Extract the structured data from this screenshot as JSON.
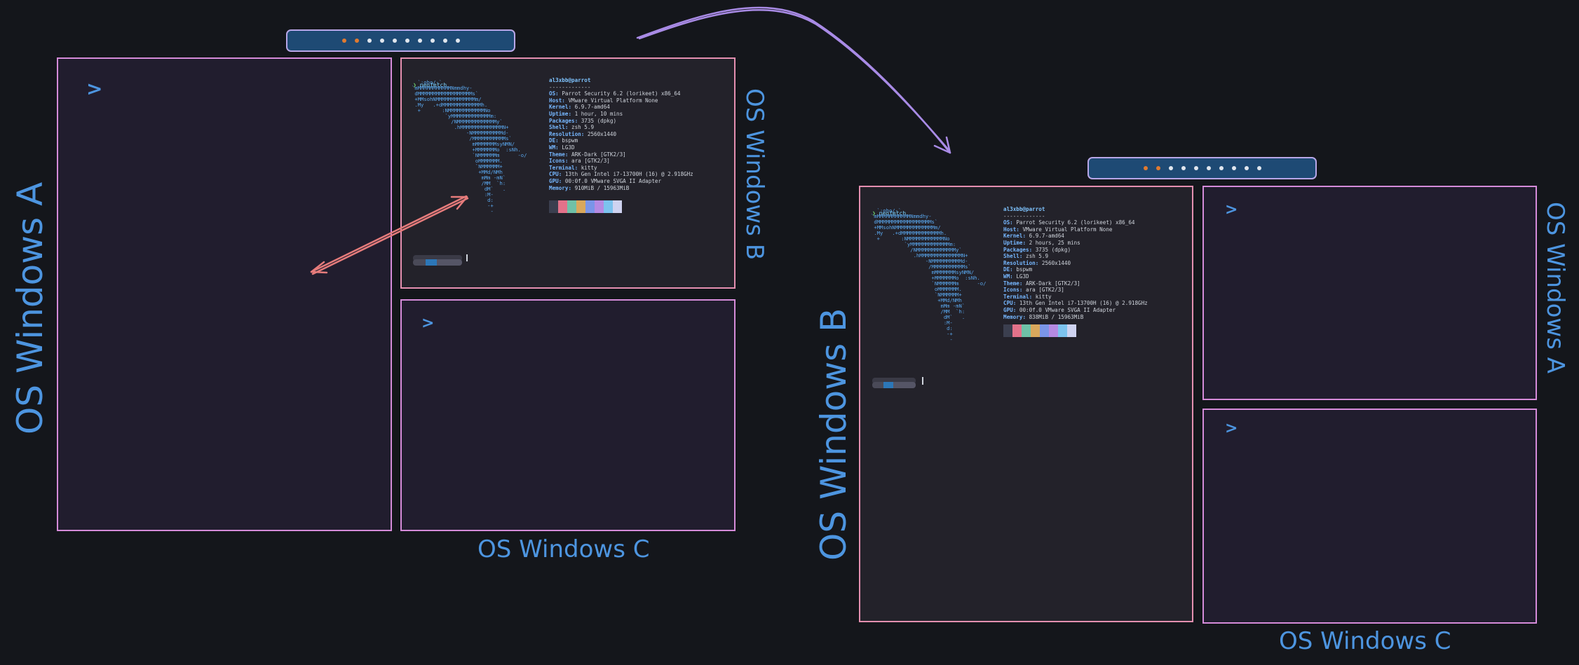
{
  "labels": {
    "a_left": "OS Windows A",
    "b_top": "OS Windows B",
    "c_left": "OS Windows C",
    "b_right": "OS Windows B",
    "a_right": "OS Windows A",
    "c_right": "OS Windows C"
  },
  "prompt_glyph": ">",
  "workspace_bar": {
    "workspaces": 10,
    "active_left": [
      1,
      2
    ],
    "active_right": [
      1,
      2
    ]
  },
  "terminal_left": {
    "command": "neofetch",
    "title": "al3xbb@parrot",
    "separator": "-------------",
    "info": [
      {
        "k": "OS",
        "v": "Parrot Security 6.2 (lorikeet) x86_64"
      },
      {
        "k": "Host",
        "v": "VMware Virtual Platform None"
      },
      {
        "k": "Kernel",
        "v": "6.9.7-amd64"
      },
      {
        "k": "Uptime",
        "v": "1 hour, 10 mins"
      },
      {
        "k": "Packages",
        "v": "3735 (dpkg)"
      },
      {
        "k": "Shell",
        "v": "zsh 5.9"
      },
      {
        "k": "Resolution",
        "v": "2560x1440"
      },
      {
        "k": "DE",
        "v": "bspwm"
      },
      {
        "k": "WM",
        "v": "LG3D"
      },
      {
        "k": "Theme",
        "v": "ARK-Dark [GTK2/3]"
      },
      {
        "k": "Icons",
        "v": "ara [GTK2/3]"
      },
      {
        "k": "Terminal",
        "v": "kitty"
      },
      {
        "k": "CPU",
        "v": "13th Gen Intel i7-13700H (16) @ 2.918GHz"
      },
      {
        "k": "GPU",
        "v": "00:0f.0 VMware SVGA II Adapter"
      },
      {
        "k": "Memory",
        "v": "910MiB / 15963MiB"
      }
    ]
  },
  "terminal_right": {
    "command": "neofetch",
    "title": "al3xbb@parrot",
    "separator": "-------------",
    "info": [
      {
        "k": "OS",
        "v": "Parrot Security 6.2 (lorikeet) x86_64"
      },
      {
        "k": "Host",
        "v": "VMware Virtual Platform None"
      },
      {
        "k": "Kernel",
        "v": "6.9.7-amd64"
      },
      {
        "k": "Uptime",
        "v": "2 hours, 25 mins"
      },
      {
        "k": "Packages",
        "v": "3735 (dpkg)"
      },
      {
        "k": "Shell",
        "v": "zsh 5.9"
      },
      {
        "k": "Resolution",
        "v": "2560x1440"
      },
      {
        "k": "DE",
        "v": "bspwm"
      },
      {
        "k": "WM",
        "v": "LG3D"
      },
      {
        "k": "Theme",
        "v": "ARK-Dark [GTK2/3]"
      },
      {
        "k": "Icons",
        "v": "ara [GTK2/3]"
      },
      {
        "k": "Terminal",
        "v": "kitty"
      },
      {
        "k": "CPU",
        "v": "13th Gen Intel i7-13700H (16) @ 2.918GHz"
      },
      {
        "k": "GPU",
        "v": "00:0f.0 VMware SVGA II Adapter"
      },
      {
        "k": "Memory",
        "v": "838MiB / 15963MiB"
      }
    ]
  },
  "ascii_logo": [
    "  `:oho/-`",
    "`mMMMMMMMMMMMNmmdhy-",
    " dMMMMMMMMMMMMMMMMMMs`",
    " +MMsohNMMMMMMMMMMMMMm/",
    " .My   .+dMMMMMMMMMMMMMh.",
    "  +       :NMMMMMMMMMMMMNo",
    "           `yMMMMMMMMMMMMMm:",
    "             /NMMMMMMMMMMMMMy`",
    "              .hMMMMMMMMMMMMMMN+",
    "                  -NMMMMMMMMMMd-",
    "                   /MMMMMMMMMMMs`",
    "                    mMMMMMMMsyNMN/",
    "                    +MMMMMMMo  :sNh.",
    "                    `NMMMMMMm      -o/",
    "                     oMMMMMMM.",
    "                     `NMMMMMM+",
    "                      +MMd/NMh",
    "                       mMm -mN`",
    "                       /MM  `h:",
    "                        dM`   .",
    "                        :M-",
    "                         d:",
    "                         -+",
    "                          -"
  ],
  "colors": {
    "window_border": "#d58bd9",
    "terminal_border": "#e48fb0",
    "label": "#4d95e0",
    "arrow_purple": "#a98be6",
    "arrow_red": "#e57b7b",
    "palette": [
      "#3b3f4f",
      "#e3728a",
      "#6fc1a7",
      "#d9a85c",
      "#7a95e8",
      "#b58ae2",
      "#7cc3ee",
      "#cfd3f0"
    ]
  }
}
